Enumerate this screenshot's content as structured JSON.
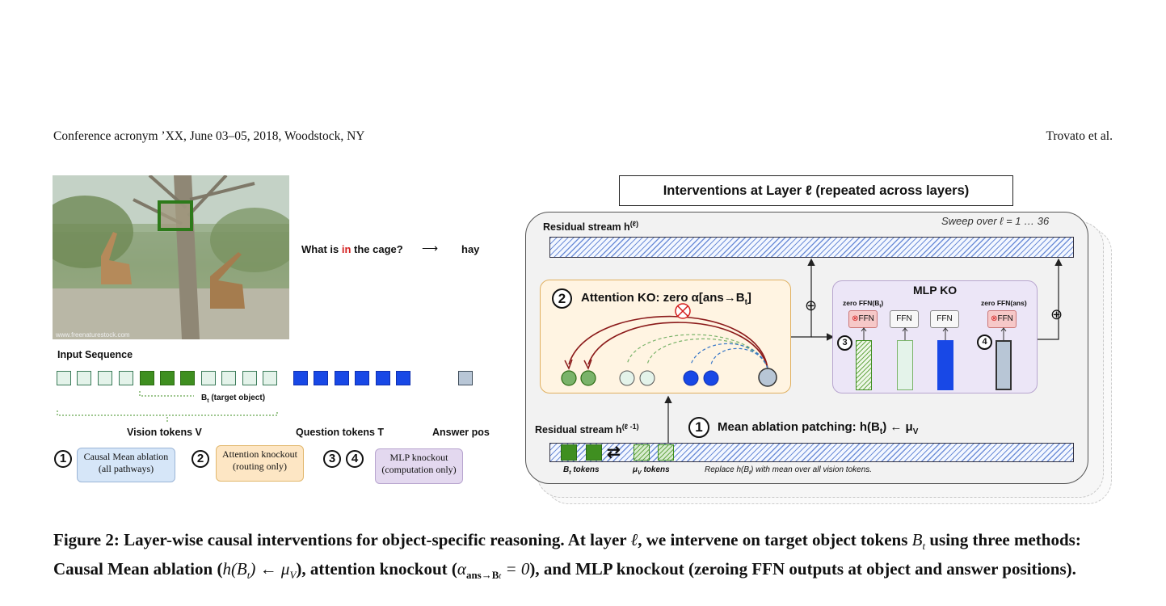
{
  "header": {
    "left": "Conference acronym ’XX, June 03–05, 2018, Woodstock, NY",
    "right": "Trovato et al."
  },
  "left_panel": {
    "photo_watermark": "www.freenaturestock.com",
    "question": {
      "before": "What is ",
      "highlight": "in",
      "after": " the cage?"
    },
    "arrow": "⟶",
    "answer": "hay",
    "input_sequence_label": "Input Sequence",
    "bt_label_main": "B",
    "bt_label_sub": "t",
    "bt_label_rest": " (target object)",
    "vision_tokens_label": "Vision tokens V",
    "question_tokens_label": "Question tokens T",
    "answer_pos_label": "Answer pos",
    "legend": [
      {
        "num": "1",
        "line1": "Causal Mean ablation",
        "line2": "(all pathways)"
      },
      {
        "num": "2",
        "line1": "Attention knockout",
        "line2": "(routing only)"
      },
      {
        "num": "3",
        "num2": "4",
        "line1": "MLP knockout",
        "line2": "(computation only)"
      }
    ]
  },
  "diagram": {
    "title": "Interventions at Layer ℓ (repeated across layers)",
    "residual_top": "Residual stream h",
    "residual_top_sup": "(ℓ)",
    "sweep": "Sweep over ℓ = 1 … 36",
    "attn_num": "2",
    "attn_title": "Attention KO: zero α[ans→B",
    "attn_title_sub": "t",
    "attn_title_end": "]",
    "plus": "⊕",
    "mlp_title": "MLP KO",
    "zero_ffn_bt": "zero FFN(B",
    "zero_ffn_bt_sub": "t",
    "zero_ffn_bt_end": ")",
    "zero_ffn_ans": "zero FFN(ans)",
    "ffn_label": "FFN",
    "mlp_num3": "3",
    "mlp_num4": "4",
    "residual_bottom": "Residual stream h",
    "residual_bottom_sup": "(ℓ -1)",
    "mean_num": "1",
    "mean_title": "Mean ablation patching: h(B",
    "mean_title_sub": "t",
    "mean_title_mid": ") ← μ",
    "mean_title_subV": "V",
    "bt_tokens": "B",
    "bt_tokens_sub": "t",
    "bt_tokens_rest": " tokens",
    "mu_tokens": "μ",
    "mu_tokens_sub": "V",
    "mu_tokens_rest": " tokens",
    "replace_note": "Replace h(B",
    "replace_note_sub": "t",
    "replace_note_end": ") with mean over all vision tokens."
  },
  "caption": {
    "part1": "Figure 2: Layer-wise causal interventions for object-specific reasoning. At layer ",
    "ell": "ℓ",
    "part2": ", we intervene on target object tokens ",
    "Bt": "B",
    "Bt_sub": "t",
    "part3": " using three methods: Causal Mean ablation (",
    "math1": "h(B",
    "math1_sub": "t",
    "math1_end": ") ← μ",
    "math1_subV": "V",
    "part4": "), attention knockout (",
    "alpha": "α",
    "alpha_sub": "ans→B",
    "alpha_subsub": "t",
    "alpha_end": " = 0",
    "part5": "), and MLP knockout (zeroing FFN outputs at object and answer positions)."
  },
  "colors": {
    "accent_green": "#3f8f20",
    "accent_blue": "#1848e6",
    "attn_bg": "#fff4e2",
    "mlp_bg": "#ece6f7",
    "arrow_red": "#8b1a1a"
  }
}
